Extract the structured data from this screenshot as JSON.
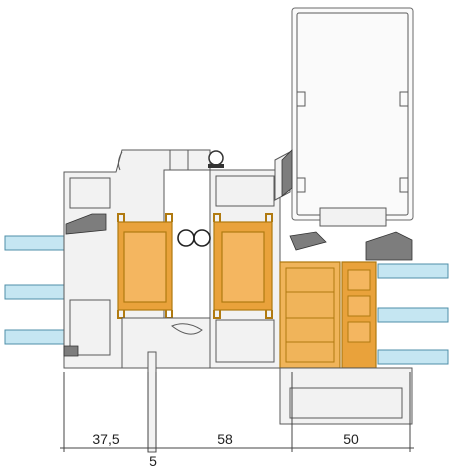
{
  "dimensions": {
    "d1": "37,5",
    "d2": "5",
    "d3": "58",
    "d4": "50"
  },
  "colors": {
    "insulation_bar": "#f4b660",
    "polyamide_strip": "#e9a23b",
    "glass": "#c5e6f2",
    "aluminium": "#f2f2f2",
    "gasket": "#7d7d7d"
  }
}
